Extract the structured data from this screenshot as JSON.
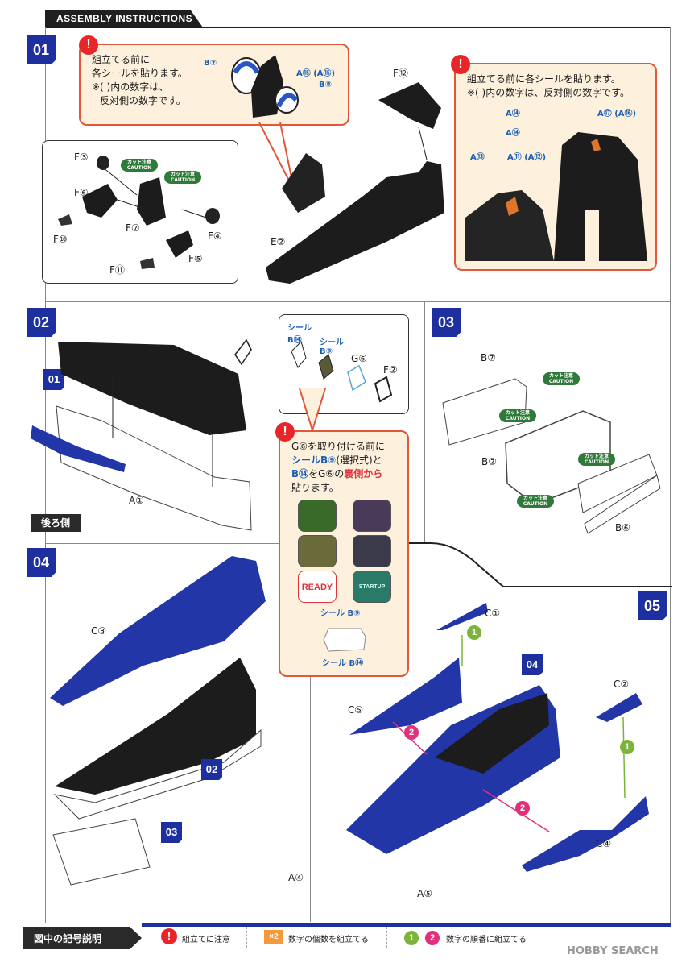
{
  "header": {
    "title": "ASSEMBLY INSTRUCTIONS"
  },
  "steps": {
    "s01": {
      "badge": "01",
      "note_left": [
        "組立てる前に",
        "各シールを貼ります。",
        "※( )内の数字は、",
        "反対側の数字です。"
      ],
      "note_left_labels": [
        "B⑦",
        "A⑮ (A⑮)",
        "B⑧"
      ],
      "note_right": [
        "組立てる前に各シールを貼ります。",
        "※( )内の数字は、反対側の数字です。"
      ],
      "note_right_labels": [
        "A⑭",
        "A⑰ (A⑯)",
        "A⑭",
        "A⑬",
        "A⑪ (A⑫)"
      ],
      "parts": [
        "F③",
        "F⑥",
        "F⑩",
        "F⑦",
        "F④",
        "F⑪",
        "F⑤",
        "E②",
        "F⑫"
      ]
    },
    "s02": {
      "badge": "02",
      "ref": "01",
      "parts": [
        "A①",
        "G⑥",
        "F②"
      ],
      "seal1": "シール",
      "seal1_num": "B⑭",
      "seal2": "シール",
      "seal2_num": "B⑨",
      "rear_label": "後ろ側",
      "note_line1_a": "G⑥を取り付ける前に",
      "note_line2_a": "シールB⑨",
      "note_line2_b": "(選択式)と",
      "note_line3_a": "B⑭",
      "note_line3_b": "をG⑥の",
      "note_line3_c": "裏側から",
      "note_line4": "貼ります。",
      "sticker_b9_label": "シール B⑨",
      "sticker_b14_label": "シール B⑭",
      "sticker_text_1": "READY",
      "sticker_text_2": "STARTUP"
    },
    "s03": {
      "badge": "03",
      "parts": [
        "B⑦",
        "B②",
        "B⑥"
      ],
      "caution_jp": "カット注意",
      "caution_en": "CAUTION"
    },
    "s04": {
      "badge": "04",
      "refs": [
        "02",
        "03"
      ],
      "parts": [
        "C③"
      ]
    },
    "s05": {
      "badge": "05",
      "ref": "04",
      "parts": [
        "C①",
        "C⑤",
        "C②",
        "C④",
        "A④",
        "A⑤"
      ],
      "order_1": "1",
      "order_2": "2"
    }
  },
  "footer": {
    "title": "図中の記号説明",
    "item1": "組立てに注意",
    "x2_label": "×2",
    "item2": "数字の個数を組立てる",
    "circle1": "1",
    "circle2": "2",
    "item3": "数字の順番に組立てる",
    "watermark": "HOBBY SEARCH"
  },
  "colors": {
    "accent_blue": "#1e2fa0",
    "warning_red": "#e8262a",
    "note_border": "#e0573a",
    "note_bg": "#fdf1dd",
    "caution_green": "#2f7a3a",
    "order_green": "#7ab53a",
    "order_pink": "#e0307a"
  }
}
